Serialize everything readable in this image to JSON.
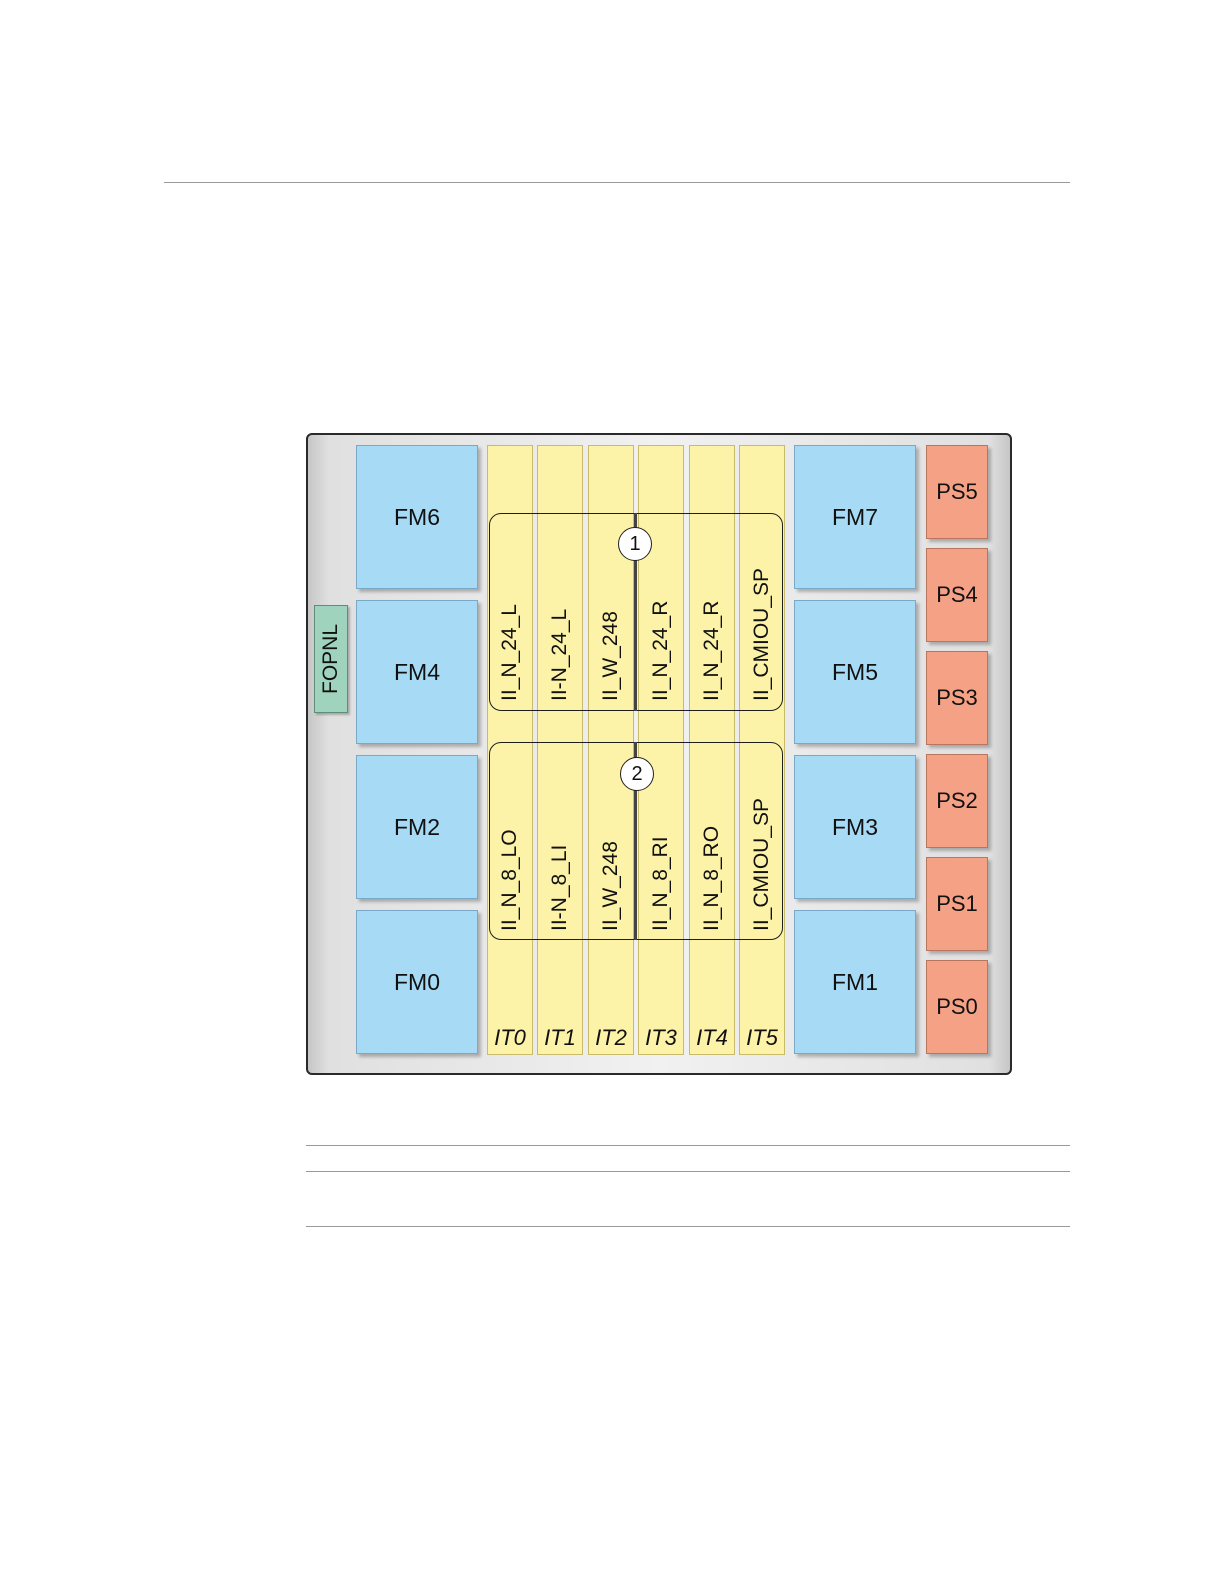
{
  "diagram": {
    "front_panel": "FOPNL",
    "fan_modules_left": [
      "FM6",
      "FM4",
      "FM2",
      "FM0"
    ],
    "fan_modules_right": [
      "FM7",
      "FM5",
      "FM3",
      "FM1"
    ],
    "power_supplies": [
      "PS5",
      "PS4",
      "PS3",
      "PS2",
      "PS1",
      "PS0"
    ],
    "slots": [
      "IT0",
      "IT1",
      "IT2",
      "IT3",
      "IT4",
      "IT5"
    ],
    "group1": {
      "callout": "1",
      "cards": [
        "II_N_24_L",
        "II-N_24_L",
        "II_W_248",
        "II_N_24_R",
        "II_N_24_R",
        "II_CMIOU_SP"
      ]
    },
    "group2": {
      "callout": "2",
      "cards": [
        "II_N_8_LO",
        "II-N_8_LI",
        "II_W_248",
        "II_N_8_RI",
        "II_N_8_RO",
        "II_CMIOU_SP"
      ]
    },
    "colors": {
      "fan_module": "#a7daf5",
      "power_supply": "#f4a186",
      "slot": "#fdf3a8",
      "front_panel": "#9fd3be"
    }
  }
}
